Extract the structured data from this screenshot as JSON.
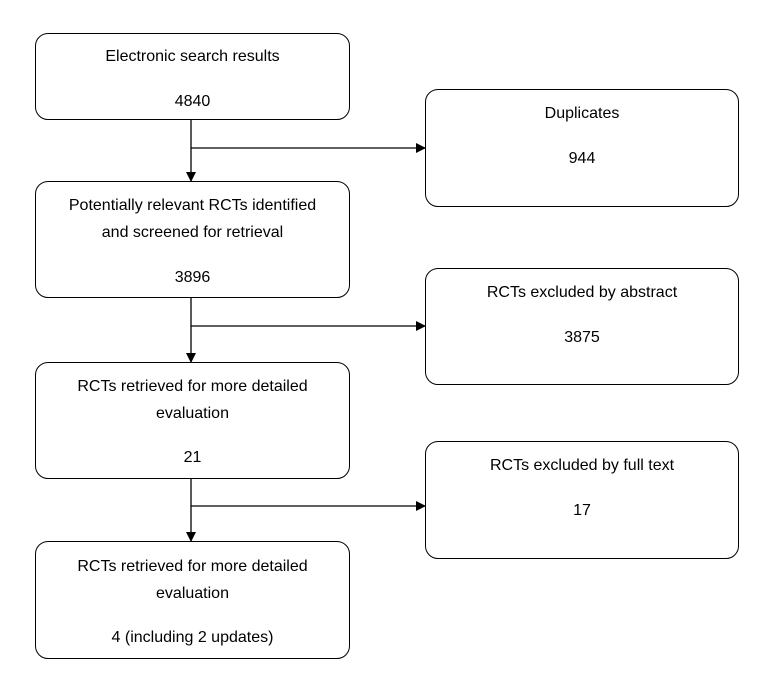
{
  "flowchart": {
    "identification": {
      "label": "Electronic search results",
      "count": "4840"
    },
    "duplicates": {
      "label": "Duplicates",
      "count": "944"
    },
    "screening": {
      "label_line1": "Potentially relevant RCTs identified",
      "label_line2": "and screened for retrieval",
      "count": "3896"
    },
    "excluded_abstract": {
      "label": "RCTs excluded by abstract",
      "count": "3875"
    },
    "retrieved": {
      "label_line1": "RCTs retrieved for more detailed",
      "label_line2": "evaluation",
      "count": "21"
    },
    "excluded_full_text": {
      "label": "RCTs excluded by full text",
      "count": "17"
    },
    "included": {
      "label_line1": "RCTs retrieved for more detailed",
      "label_line2": "evaluation",
      "count": "4 (including 2 updates)"
    }
  }
}
